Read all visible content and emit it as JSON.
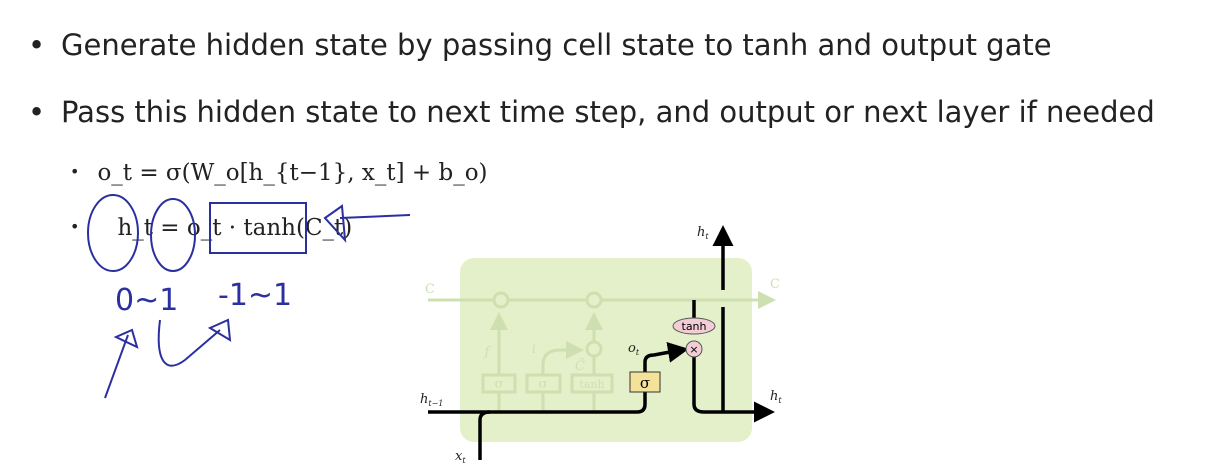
{
  "bullets": [
    "Generate hidden state by passing cell state to tanh and output gate",
    "Pass this hidden state to next time step, and output or next layer if needed"
  ],
  "equations": {
    "output_gate": "o_t = σ(W_o[h_{t−1}, x_t] + b_o)",
    "hidden_state": "h_t = o_t · tanh(C_t)"
  },
  "annotations": {
    "range_ot": "0~1",
    "range_tanh": "-1~1"
  },
  "diagram": {
    "labels": {
      "h_t_top": "h",
      "h_t_right": "h",
      "c_prev": "C",
      "c_next": "C",
      "h_prev": "h",
      "x_t": "x",
      "o_t": "o",
      "f_t": "f",
      "i_t": "i",
      "c_tilde": "C̃",
      "sub_t": "t",
      "sub_t1": "t−1"
    },
    "gates": {
      "sigma": "σ",
      "tanh": "tanh",
      "mult": "×",
      "add": "+"
    },
    "colors": {
      "cell_bg": "#e3f0c9",
      "faded": "#cfe0b0",
      "sigma_box": "#f5e29a",
      "tanh_fill": "#f3cdd6",
      "ink": "#2b2fa0"
    }
  }
}
